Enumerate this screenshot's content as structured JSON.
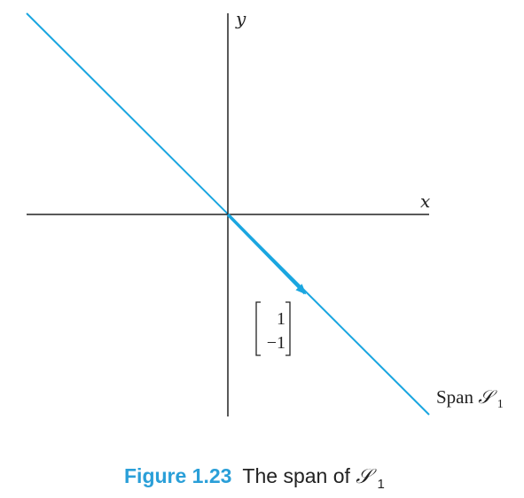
{
  "axes": {
    "x_label": "x",
    "y_label": "y"
  },
  "vector": {
    "top": "1",
    "bottom": "−1"
  },
  "line_label": {
    "text": "Span ",
    "set_symbol": "𝒮",
    "subscript": "1"
  },
  "caption": {
    "figure_number": "Figure 1.23",
    "text": "The span of ",
    "set_symbol": "𝒮",
    "subscript": "1"
  },
  "colors": {
    "accent": "#1aa6e0",
    "caption_blue": "#2a9fd8",
    "axis": "#222222",
    "text": "#222222"
  }
}
